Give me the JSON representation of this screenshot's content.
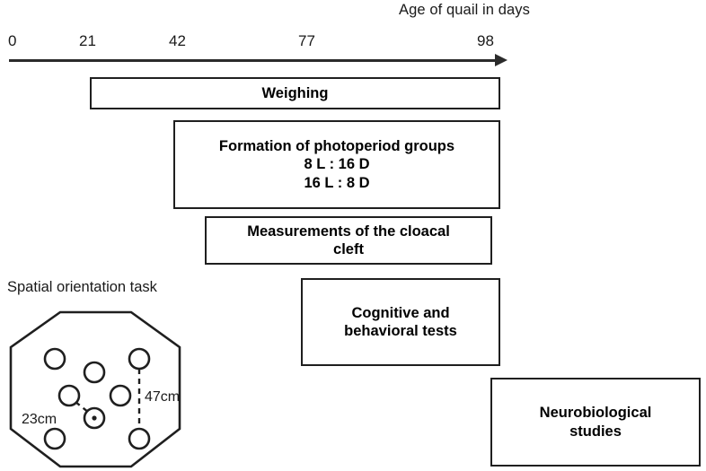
{
  "figure": {
    "axis_title": "Age of quail in days",
    "tick_labels": [
      "0",
      "21",
      "42",
      "77",
      "98"
    ],
    "phases": [
      {
        "id": "weighing",
        "lines": [
          "Weighing"
        ]
      },
      {
        "id": "photoperiod",
        "lines": [
          "Formation of photoperiod groups",
          "8 L : 16 D",
          "16 L : 8 D"
        ]
      },
      {
        "id": "cloacal",
        "lines": [
          "Measurements of the cloacal",
          "cleft"
        ]
      },
      {
        "id": "cognitive",
        "lines": [
          "Cognitive and",
          "behavioral tests"
        ]
      },
      {
        "id": "neurobiological",
        "lines": [
          "Neurobiological",
          "studies"
        ]
      }
    ]
  },
  "spatial_task": {
    "caption": "Spatial orientation task",
    "short_distance_label": "23cm",
    "long_distance_label": "47cm"
  },
  "colors": {
    "stroke": "#1f1f1f",
    "text": "#1a1a1a",
    "background": "#ffffff"
  },
  "chart_data": {
    "type": "table",
    "title": "Experimental timeline of quail study",
    "xlabel": "Age of quail in days",
    "ylabel": "",
    "x": [
      0,
      21,
      42,
      77,
      98
    ],
    "xlim": [
      0,
      98
    ],
    "grid": false,
    "legend": "none",
    "categories": [
      "Weighing",
      "Formation of photoperiod groups",
      "Measurements of the cloacal cleft",
      "Cognitive and behavioral tests",
      "Neurobiological studies"
    ],
    "series": [
      {
        "name": "Weighing",
        "start_day": 21,
        "end_day": 98
      },
      {
        "name": "Formation of photoperiod groups",
        "start_day": 42,
        "end_day": 98
      },
      {
        "name": "Measurements of the cloacal cleft",
        "start_day": 49,
        "end_day": 96
      },
      {
        "name": "Cognitive and behavioral tests",
        "start_day": 71,
        "end_day": 98
      },
      {
        "name": "Neurobiological studies",
        "start_day": 98,
        "end_day": 98
      }
    ],
    "annotations": [
      "8 L : 16 D",
      "16 L : 8 D",
      "23cm",
      "47cm",
      "Spatial orientation task"
    ]
  }
}
